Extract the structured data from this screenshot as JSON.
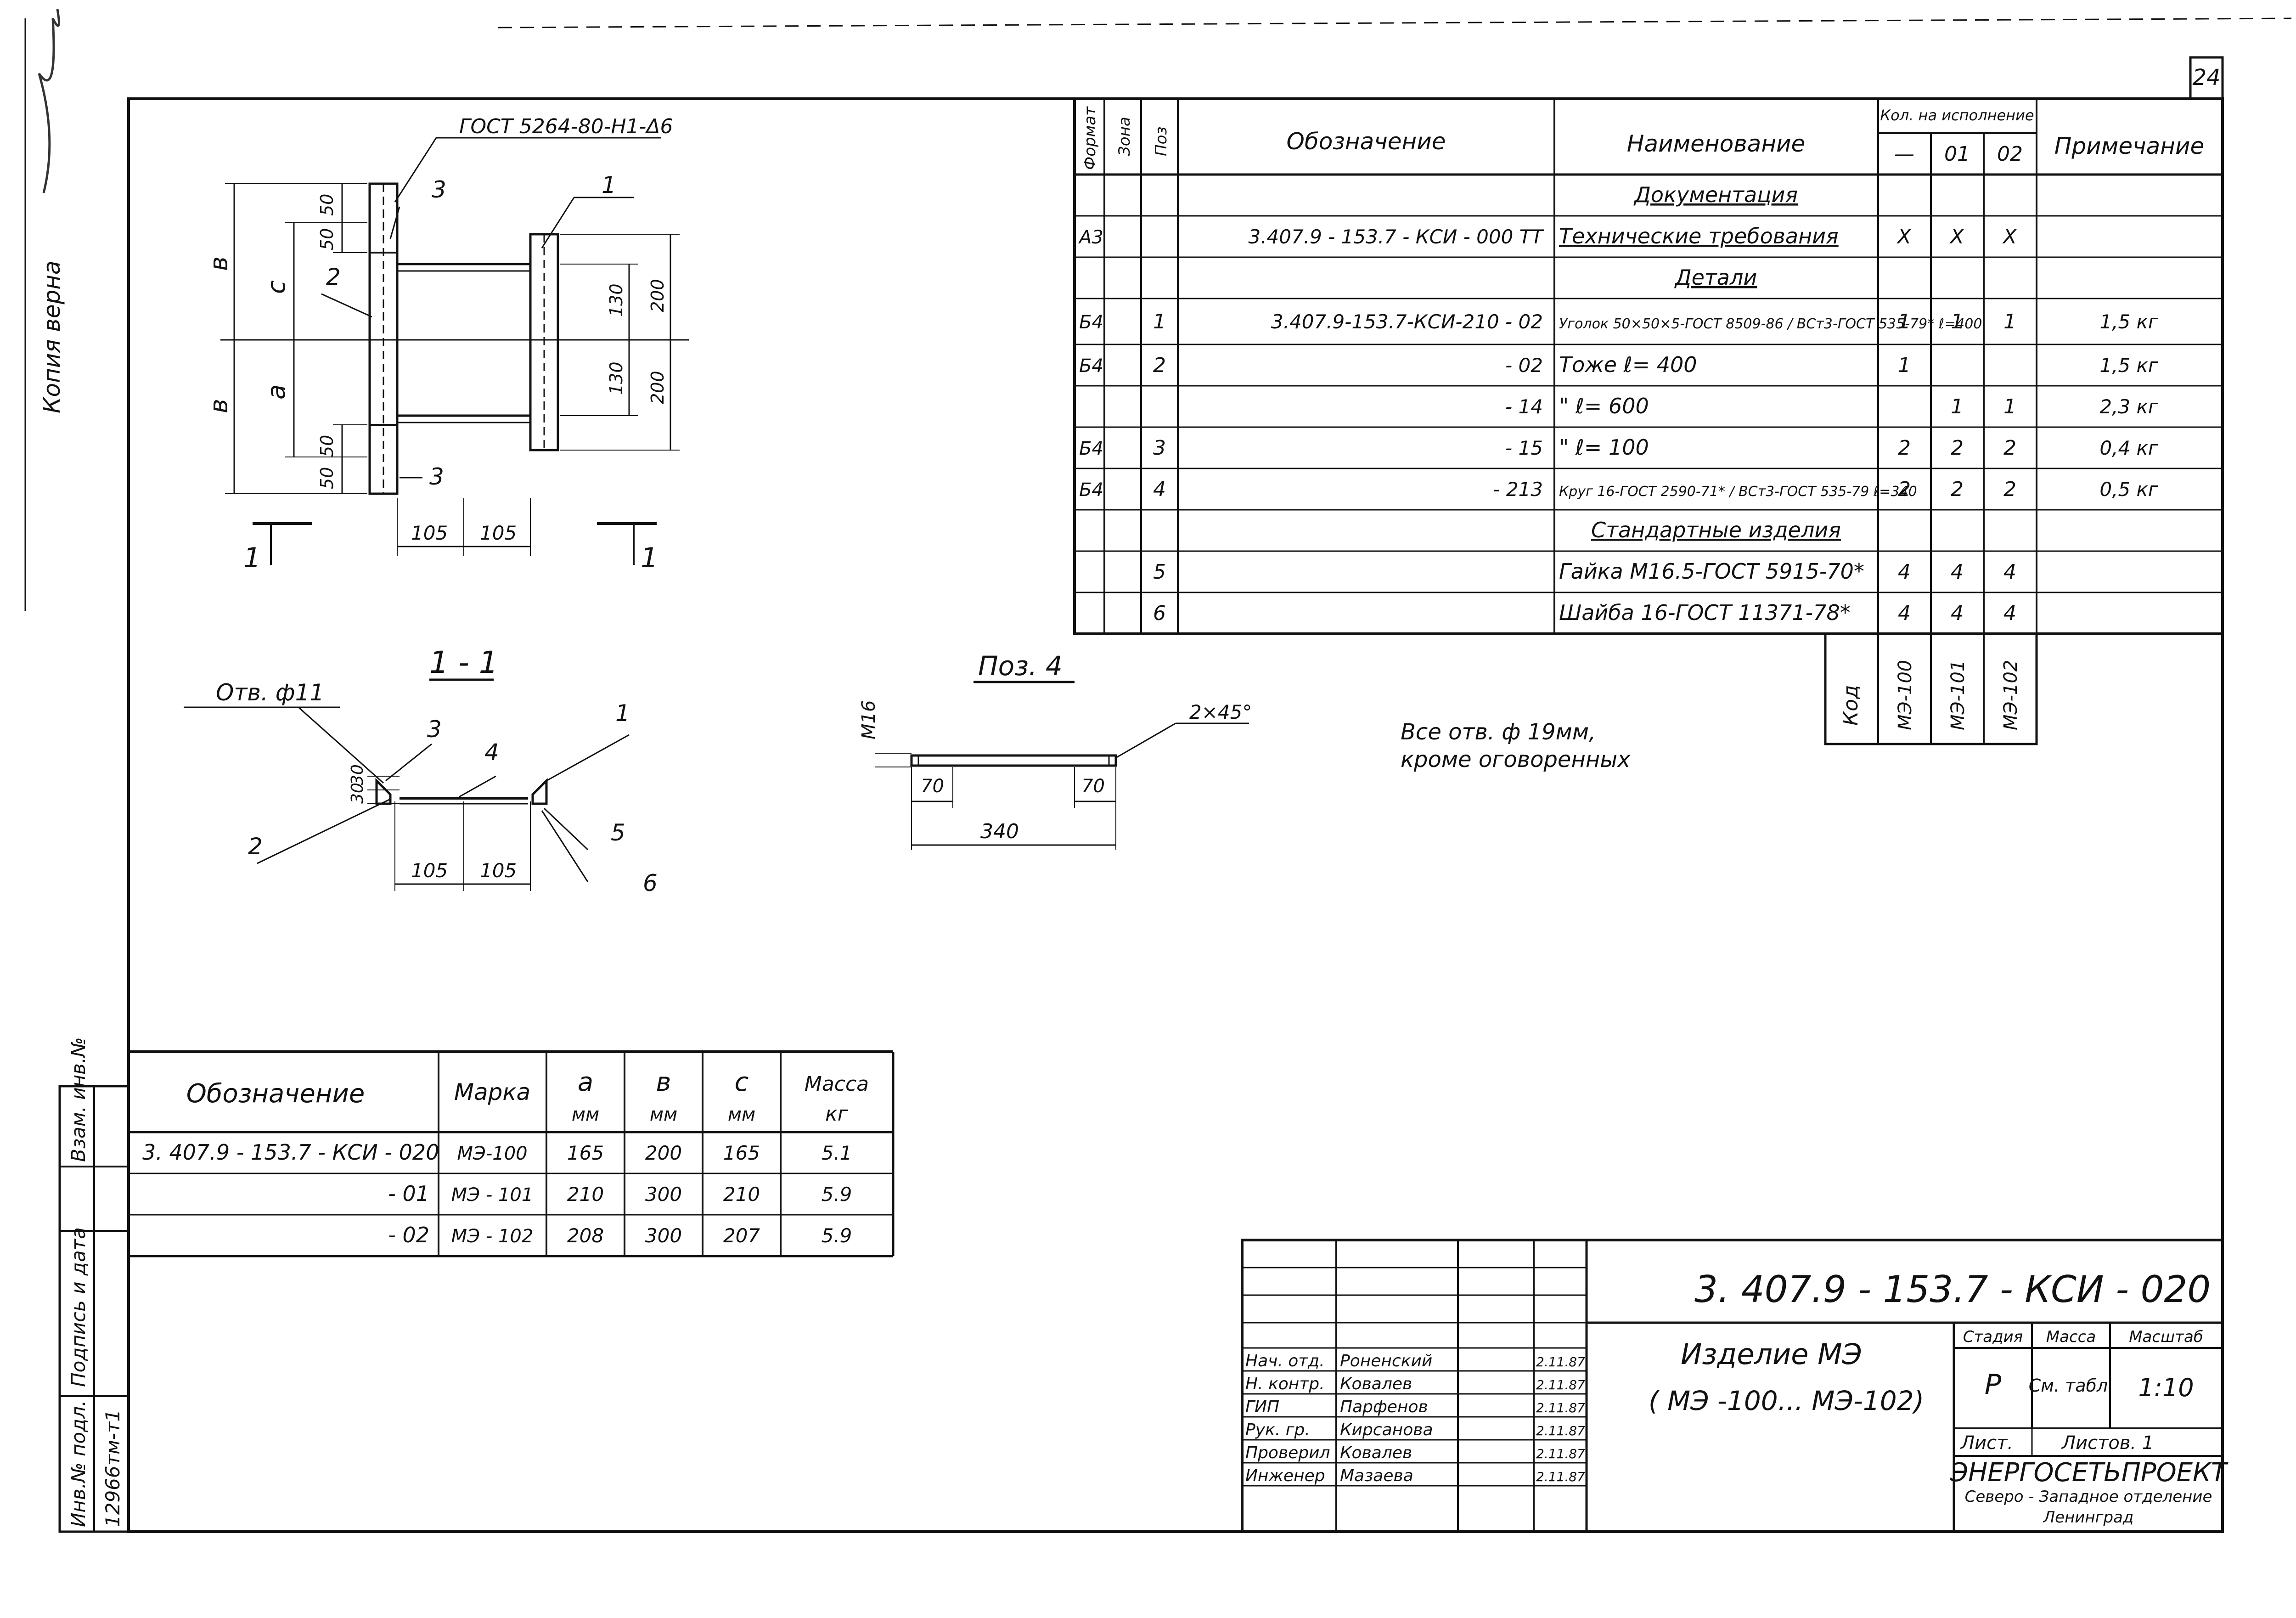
{
  "sheet_number": "24",
  "margin": {
    "copy_stamp": "Копия верна",
    "vertical_inv": "Инв.№ подл.",
    "vertical_inv_value": "12966тм-т1",
    "vertical_sign": "Подпись и дата",
    "vertical_vzam": "Взам. инв.№"
  },
  "spec_table": {
    "headers": {
      "format": "Формат",
      "zone": "Зона",
      "pos": "Поз",
      "designation": "Обозначение",
      "name": "Наименование",
      "qty": "Кол. на исполнение",
      "qty_dash": "—",
      "qty_01": "01",
      "qty_02": "02",
      "note": "Примечание"
    },
    "rows": [
      {
        "format": "",
        "pos": "",
        "designation": "",
        "name": "Документация",
        "q0": "",
        "q1": "",
        "q2": "",
        "note": "",
        "section": true
      },
      {
        "format": "А3",
        "pos": "",
        "designation": "3.407.9 - 153.7 - КСИ - 000 ТТ",
        "name": "Технические  требования",
        "q0": "X",
        "q1": "X",
        "q2": "X",
        "note": "",
        "underline": true
      },
      {
        "format": "",
        "pos": "",
        "designation": "",
        "name": "Детали",
        "q0": "",
        "q1": "",
        "q2": "",
        "note": "",
        "section": true
      },
      {
        "format": "Б4",
        "pos": "1",
        "designation": "3.407.9-153.7-КСИ-210 - 02",
        "name": "Уголок 50×50×5-ГОСТ 8509-86 / ВСт3-ГОСТ 535-79*  ℓ=400",
        "q0": "1",
        "q1": "1",
        "q2": "1",
        "note": "1,5 кг"
      },
      {
        "format": "Б4",
        "pos": "2",
        "designation": "- 02",
        "name": "Тоже              ℓ= 400",
        "q0": "1",
        "q1": "",
        "q2": "",
        "note": "1,5 кг"
      },
      {
        "format": "",
        "pos": "",
        "designation": "- 14",
        "name": "\"                  ℓ= 600",
        "q0": "",
        "q1": "1",
        "q2": "1",
        "note": "2,3 кг"
      },
      {
        "format": "Б4",
        "pos": "3",
        "designation": "- 15",
        "name": "\"                  ℓ= 100",
        "q0": "2",
        "q1": "2",
        "q2": "2",
        "note": "0,4 кг"
      },
      {
        "format": "Б4",
        "pos": "4",
        "designation": "- 213",
        "name": "Круг 16-ГОСТ 2590-71* / ВСт3-ГОСТ 535-79  ℓ=340",
        "q0": "2",
        "q1": "2",
        "q2": "2",
        "note": "0,5 кг"
      },
      {
        "format": "",
        "pos": "",
        "designation": "",
        "name": "Стандартные изделия",
        "q0": "",
        "q1": "",
        "q2": "",
        "note": "",
        "section": true
      },
      {
        "format": "",
        "pos": "5",
        "designation": "",
        "name": "Гайка М16.5-ГОСТ 5915-70*",
        "q0": "4",
        "q1": "4",
        "q2": "4",
        "note": ""
      },
      {
        "format": "",
        "pos": "6",
        "designation": "",
        "name": "Шайба 16-ГОСТ 11371-78*",
        "q0": "4",
        "q1": "4",
        "q2": "4",
        "note": ""
      }
    ],
    "code_label": "Код",
    "codes": [
      "МЭ-100",
      "МЭ-101",
      "МЭ-102"
    ]
  },
  "drawing": {
    "gost_label": "ГОСТ 5264-80-Н1-Δ6",
    "callouts": [
      "1",
      "2",
      "3",
      "3"
    ],
    "dims": {
      "d50a": "50",
      "d50b": "50",
      "d50c": "50",
      "d50d": "50",
      "d130a": "130",
      "d130b": "130",
      "d200a": "200",
      "d200b": "200",
      "d105a": "105",
      "d105b": "105"
    },
    "letters": {
      "v1": "в",
      "c": "с",
      "v2": "в",
      "a": "а",
      "two": "2"
    },
    "section_marks": [
      "1",
      "1"
    ],
    "section_title": "1 - 1",
    "hole_label": "Отв. ф11",
    "section_callouts": [
      "1",
      "2",
      "3",
      "4",
      "5",
      "6"
    ],
    "section_dims": {
      "d30a": "30",
      "d30b": "30",
      "d105a": "105",
      "d105b": "105"
    },
    "pos4_title": "Поз. 4",
    "pos4_m16": "М16",
    "pos4_chamfer": "2×45°",
    "pos4_dims": {
      "d70a": "70",
      "d70b": "70",
      "d340": "340"
    },
    "note": "Все отв. ф 19мм, кроме оговоренных"
  },
  "marks_table": {
    "headers": {
      "designation": "Обозначение",
      "mark": "Марка",
      "a": "а",
      "a_unit": "мм",
      "b": "в",
      "b_unit": "мм",
      "c": "с",
      "c_unit": "мм",
      "mass": "Масса",
      "mass_unit": "кг"
    },
    "rows": [
      {
        "designation": "3. 407.9 - 153.7 - КСИ - 020",
        "mark": "МЭ-100",
        "a": "165",
        "b": "200",
        "c": "165",
        "mass": "5.1"
      },
      {
        "designation": "- 01",
        "mark": "МЭ - 101",
        "a": "210",
        "b": "300",
        "c": "210",
        "mass": "5.9"
      },
      {
        "designation": "- 02",
        "mark": "МЭ - 102",
        "a": "208",
        "b": "300",
        "c": "207",
        "mass": "5.9"
      }
    ]
  },
  "title_block": {
    "doc_number": "3. 407.9 - 153.7 -    КСИ - 020",
    "item_name_1": "Изделие   МЭ",
    "item_name_2": "( МЭ -100...  МЭ-102)",
    "stage_label": "Стадия",
    "mass_label": "Масса",
    "scale_label": "Масштаб",
    "stage": "Р",
    "mass": "См. табл.",
    "scale": "1:10",
    "sheet_label": "Лист.",
    "sheets_label": "Листов. 1",
    "org_1": "ЭНЕРГОСЕТЬПРОЕКТ",
    "org_2": "Северо - Западное отделение",
    "org_3": "Ленинград",
    "signers": [
      {
        "role": "Нач. отд.",
        "name": "Роненский",
        "date": "2.11.87"
      },
      {
        "role": "Н. контр.",
        "name": "Ковалев",
        "date": "2.11.87"
      },
      {
        "role": "ГИП",
        "name": "Парфенов",
        "date": "2.11.87"
      },
      {
        "role": "Рук. гр.",
        "name": "Кирсанова",
        "date": "2.11.87"
      },
      {
        "role": "Проверил",
        "name": "Ковалев",
        "date": "2.11.87"
      },
      {
        "role": "Инженер",
        "name": "Мазаева",
        "date": "2.11.87"
      }
    ]
  }
}
